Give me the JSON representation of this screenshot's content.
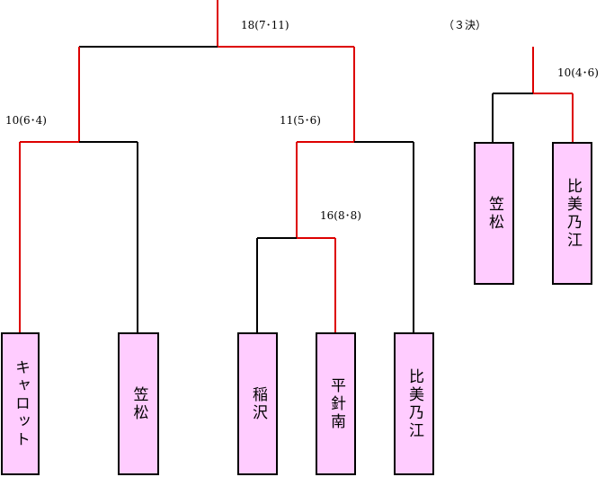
{
  "bracket": {
    "third_place_label": "（３決）",
    "scores": {
      "final": "18(7･11)",
      "semi_left": "10(6･4)",
      "semi_right": "11(5･6)",
      "quarter_right": "16(8･8)",
      "third_place": "10(4･6)"
    },
    "teams": {
      "t1": "キャロット",
      "t2": "笠松",
      "t3": "稲沢",
      "t4": "平針南",
      "t5": "比美乃江",
      "t6": "笠松",
      "t7": "比美乃江"
    },
    "colors": {
      "winner_line": "#dd0000",
      "loser_line": "#000000",
      "team_fill": "#ffccff"
    }
  }
}
